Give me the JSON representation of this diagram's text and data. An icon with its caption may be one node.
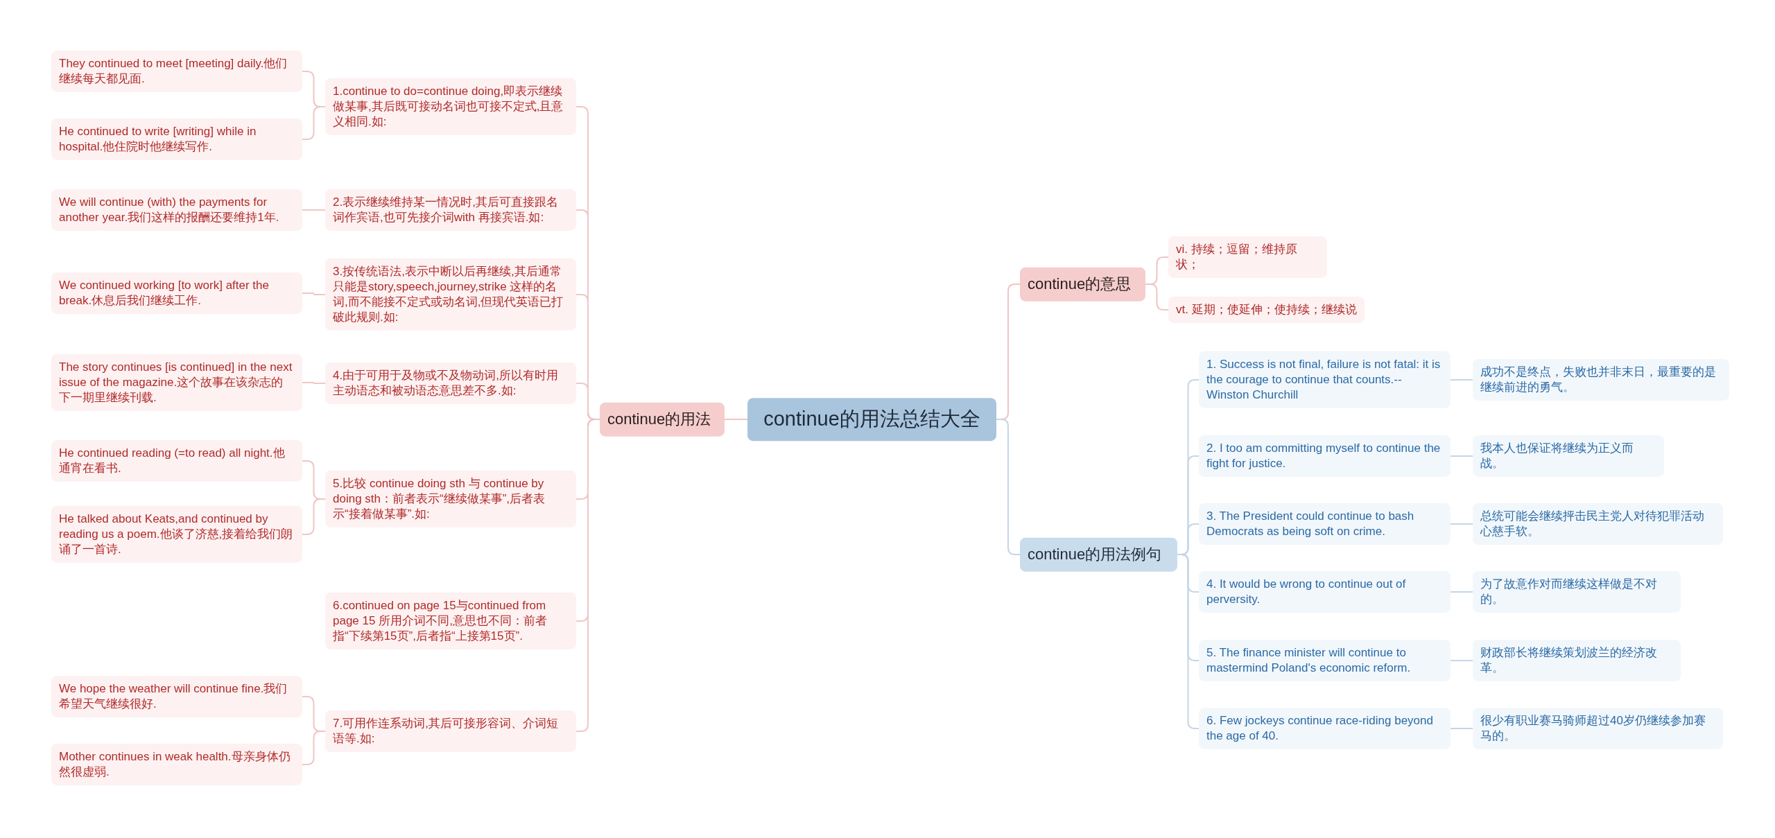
{
  "diagram": {
    "nodes": [
      {
        "text": [
          "continue的用法总结大全"
        ]
      },
      {
        "text": [
          "continue的用法"
        ]
      },
      {
        "text": [
          "1.continue to do=continue doing,即表示继续做某事,其后既可接动名词也可接不定式,且意义相同.如:"
        ]
      },
      {
        "text": [
          "They continued to meet [meeting] daily.他们继续每天都见面."
        ]
      },
      {
        "text": [
          "He continued to write [writing] while in hospital.他住院时他继续写作."
        ]
      },
      {
        "text": [
          "2.表示继续维持某一情况时,其后可直接跟名词作宾语,也可先接介词with 再接宾语.如:"
        ]
      },
      {
        "text": [
          "We will continue (with) the payments for another year.我们这样的报酬还要维持1年."
        ]
      },
      {
        "text": [
          "3.按传统语法,表示中断以后再继续,其后通常只能是story,speech,journey,strike 这样的名词,而不能接不定式或动名词,但现代英语已打破此规则.如:"
        ]
      },
      {
        "text": [
          "We continued working [to work] after the break.休息后我们继续工作."
        ]
      },
      {
        "text": [
          "4.由于可用于及物或不及物动词,所以有时用主动语态和被动语态意思差不多.如:"
        ]
      },
      {
        "text": [
          "The story continues [is continued] in the next issue of the magazine.这个故事在该杂志的下一期里继续刊载."
        ]
      },
      {
        "text": [
          "5.比较 continue doing sth 与 continue by doing sth：前者表示“继续做某事”,后者表示“接着做某事”.如:"
        ]
      },
      {
        "text": [
          "He continued reading (=to read) all night.他通宵在看书."
        ]
      },
      {
        "text": [
          "He talked about Keats,and continued by reading us a poem.他谈了济慈,接着给我们朗诵了一首诗."
        ]
      },
      {
        "text": [
          "6.continued on page 15与continued from page 15 所用介词不同,意思也不同：前者指“下续第15页”,后者指“上接第15页”."
        ]
      },
      {
        "text": [
          "7.可用作连系动词,其后可接形容词、介词短语等.如:"
        ]
      },
      {
        "text": [
          "We hope the weather will continue fine.我们希望天气继续很好."
        ]
      },
      {
        "text": [
          "Mother continues in weak health.母亲身体仍然很虚弱."
        ]
      },
      {
        "text": [
          "continue的意思"
        ]
      },
      {
        "text": [
          "vi. 持续；逗留；维持原状；"
        ]
      },
      {
        "text": [
          "vt. 延期；使延伸；使持续；继续说"
        ]
      },
      {
        "text": [
          "continue的用法例句"
        ]
      },
      {
        "text": [
          "1. Success is not final, failure is not fatal: it is the courage to continue that counts.--Winston Churchill"
        ]
      },
      {
        "text": [
          "成功不是终点，失败也并非末日，最重要的是继续前进的勇气。"
        ]
      },
      {
        "text": [
          "2. I too am committing myself to continue the fight for justice."
        ]
      },
      {
        "text": [
          "我本人也保证将继续为正义而战。"
        ]
      },
      {
        "text": [
          "3. The President could continue to bash Democrats as being soft on crime."
        ]
      },
      {
        "text": [
          "总统可能会继续抨击民主党人对待犯罪活动心慈手软。"
        ]
      },
      {
        "text": [
          "4. It would be wrong to continue out of perversity."
        ]
      },
      {
        "text": [
          "为了故意作对而继续这样做是不对的。"
        ]
      },
      {
        "text": [
          "5. The finance minister will continue to mastermind Poland's economic reform."
        ]
      },
      {
        "text": [
          "财政部长将继续策划波兰的经济改革。"
        ]
      },
      {
        "text": [
          "6. Few jockeys continue race-riding beyond the age of 40."
        ]
      },
      {
        "text": [
          "很少有职业赛马骑师超过40岁仍继续参加赛马的。"
        ]
      }
    ],
    "edges": [
      {
        "from": 0,
        "to": 1,
        "arrow": "none"
      },
      {
        "from": 1,
        "to": 2,
        "arrow": "none"
      },
      {
        "from": 2,
        "to": 3,
        "arrow": "none"
      },
      {
        "from": 2,
        "to": 4,
        "arrow": "none"
      },
      {
        "from": 1,
        "to": 5,
        "arrow": "none"
      },
      {
        "from": 5,
        "to": 6,
        "arrow": "none"
      },
      {
        "from": 1,
        "to": 7,
        "arrow": "none"
      },
      {
        "from": 7,
        "to": 8,
        "arrow": "none"
      },
      {
        "from": 1,
        "to": 9,
        "arrow": "none"
      },
      {
        "from": 9,
        "to": 10,
        "arrow": "none"
      },
      {
        "from": 1,
        "to": 11,
        "arrow": "none"
      },
      {
        "from": 11,
        "to": 12,
        "arrow": "none"
      },
      {
        "from": 11,
        "to": 13,
        "arrow": "none"
      },
      {
        "from": 1,
        "to": 14,
        "arrow": "none"
      },
      {
        "from": 1,
        "to": 15,
        "arrow": "none"
      },
      {
        "from": 15,
        "to": 16,
        "arrow": "none"
      },
      {
        "from": 15,
        "to": 17,
        "arrow": "none"
      },
      {
        "from": 0,
        "to": 18,
        "arrow": "none"
      },
      {
        "from": 18,
        "to": 19,
        "arrow": "none"
      },
      {
        "from": 18,
        "to": 20,
        "arrow": "none"
      },
      {
        "from": 0,
        "to": 21,
        "arrow": "none",
        "color": "#c5d6e6"
      },
      {
        "from": 21,
        "to": 22,
        "arrow": "none",
        "color": "#c5d6e6"
      },
      {
        "from": 22,
        "to": 23,
        "arrow": "none",
        "color": "#c5d6e6"
      },
      {
        "from": 21,
        "to": 24,
        "arrow": "none",
        "color": "#c5d6e6"
      },
      {
        "from": 24,
        "to": 25,
        "arrow": "none",
        "color": "#c5d6e6"
      },
      {
        "from": 21,
        "to": 26,
        "arrow": "none",
        "color": "#c5d6e6"
      },
      {
        "from": 26,
        "to": 27,
        "arrow": "none",
        "color": "#c5d6e6"
      },
      {
        "from": 21,
        "to": 28,
        "arrow": "none",
        "color": "#c5d6e6"
      },
      {
        "from": 28,
        "to": 29,
        "arrow": "none",
        "color": "#c5d6e6"
      },
      {
        "from": 21,
        "to": 30,
        "arrow": "none",
        "color": "#c5d6e6"
      },
      {
        "from": 30,
        "to": 31,
        "arrow": "none",
        "color": "#c5d6e6"
      },
      {
        "from": 21,
        "to": 32,
        "arrow": "none",
        "color": "#c5d6e6"
      },
      {
        "from": 32,
        "to": 33,
        "arrow": "none",
        "color": "#c5d6e6"
      }
    ]
  }
}
